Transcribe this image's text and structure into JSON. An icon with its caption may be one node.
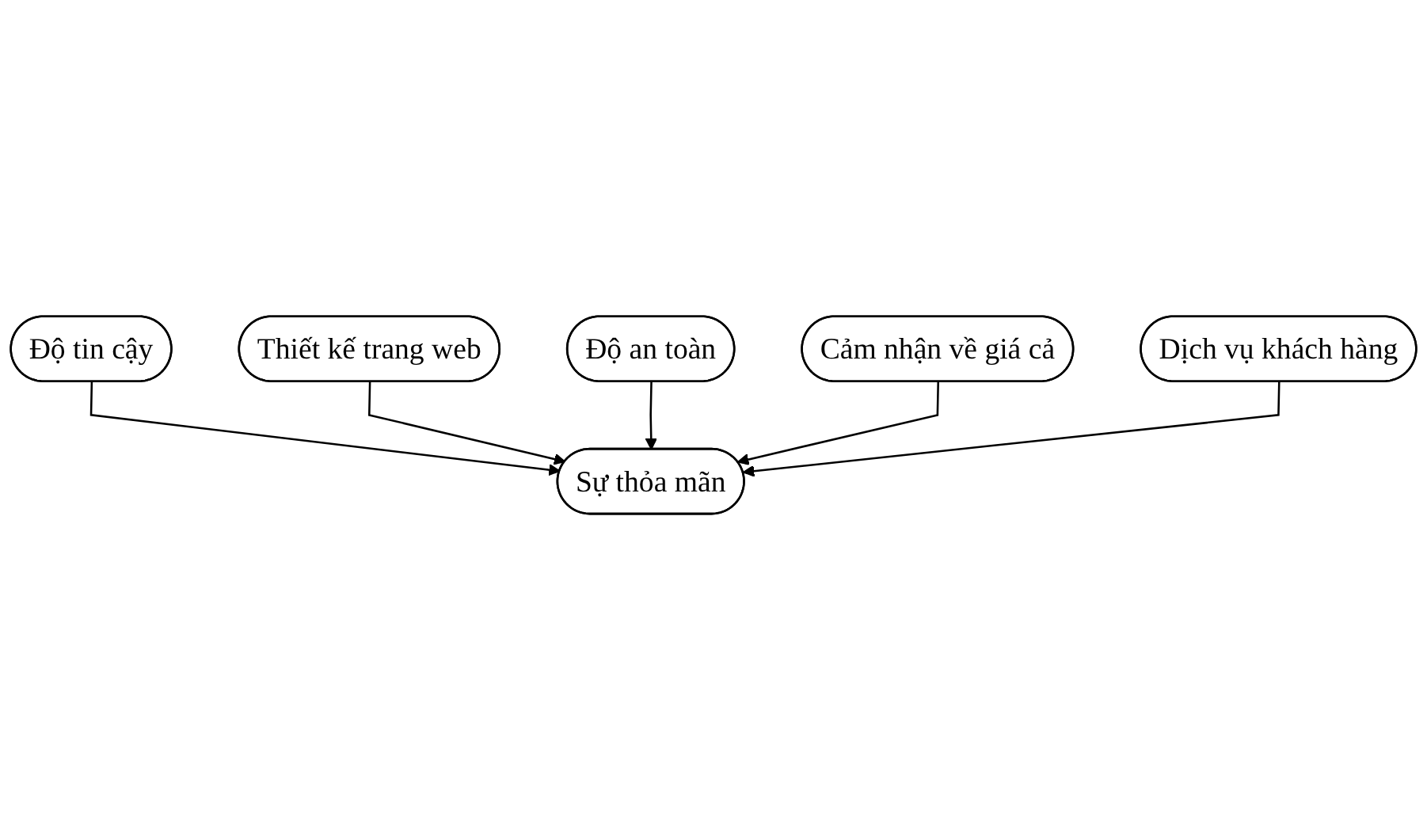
{
  "diagram": {
    "nodes": [
      {
        "text": [
          "Độ tin cậy"
        ]
      },
      {
        "text": [
          "Thiết kế trang web"
        ]
      },
      {
        "text": [
          "Sự thỏa mãn"
        ]
      },
      {
        "text": [
          "Độ an toàn"
        ]
      },
      {
        "text": [
          "Cảm nhận về giá cả"
        ]
      },
      {
        "text": [
          "Dịch vụ khách hàng"
        ]
      }
    ],
    "edges": [
      {
        "from": 0,
        "to": 2,
        "arrow": "to"
      },
      {
        "from": 1,
        "to": 2,
        "arrow": "to"
      },
      {
        "from": 3,
        "to": 2,
        "arrow": "to"
      },
      {
        "from": 4,
        "to": 2,
        "arrow": "to"
      },
      {
        "from": 5,
        "to": 2,
        "arrow": "to"
      }
    ]
  }
}
